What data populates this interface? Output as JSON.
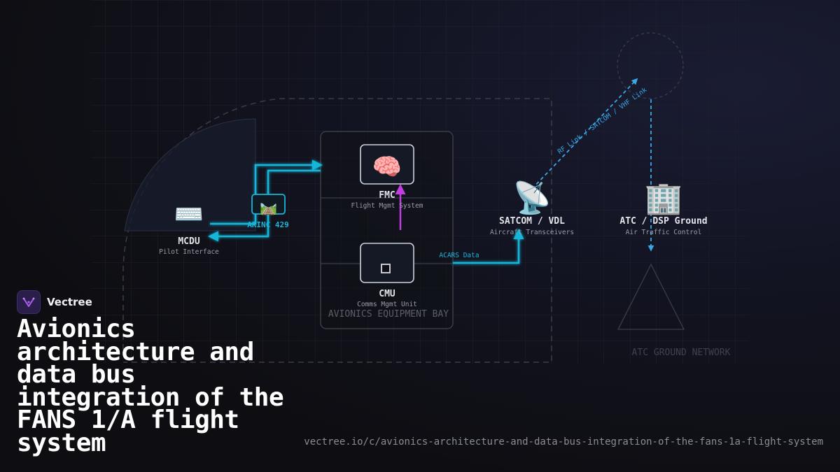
{
  "brand": {
    "name": "Vectree",
    "logo_icon": "vectree-logo-icon"
  },
  "title": "Avionics architecture and data bus integration of the FANS 1/A flight system",
  "url": "vectree.io/c/avionics-architecture-and-data-bus-integration-of-the-fans-1a-flight-system",
  "diagram": {
    "nodes": {
      "mcdu": {
        "icon": "⌨️",
        "icon_name": "keyboard-icon",
        "label": "MCDU",
        "sub": "Pilot Interface"
      },
      "arinc": {
        "icon": "🛤️",
        "icon_name": "railway-track-icon",
        "label": "ARINC 429"
      },
      "fmc": {
        "icon": "🧠",
        "icon_name": "brain-icon",
        "label": "FMC",
        "sub": "Flight Mgmt System"
      },
      "cmu": {
        "icon": "▫️",
        "icon_name": "square-icon",
        "label": "CMU",
        "sub": "Comms Mgmt Unit"
      },
      "satcom": {
        "icon": "📡",
        "icon_name": "satellite-antenna-icon",
        "label": "SATCOM / VDL",
        "sub": "Aircraft Transceivers"
      },
      "atc": {
        "icon": "🏢",
        "icon_name": "office-building-icon",
        "label": "ATC / DSP Ground",
        "sub": "Air Traffic Control"
      }
    },
    "zones": {
      "bay": "AVIONICS EQUIPMENT BAY",
      "ground": "ATC GROUND NETWORK"
    },
    "edge_labels": {
      "acars": "ACARS Data",
      "link": "RF Link / SATCOM / VHF Link"
    },
    "colors": {
      "bus": "#19b6d9",
      "internal": "#c23de0",
      "radio": "#3aa8e8",
      "accent_purple": "#b05cf0"
    }
  }
}
